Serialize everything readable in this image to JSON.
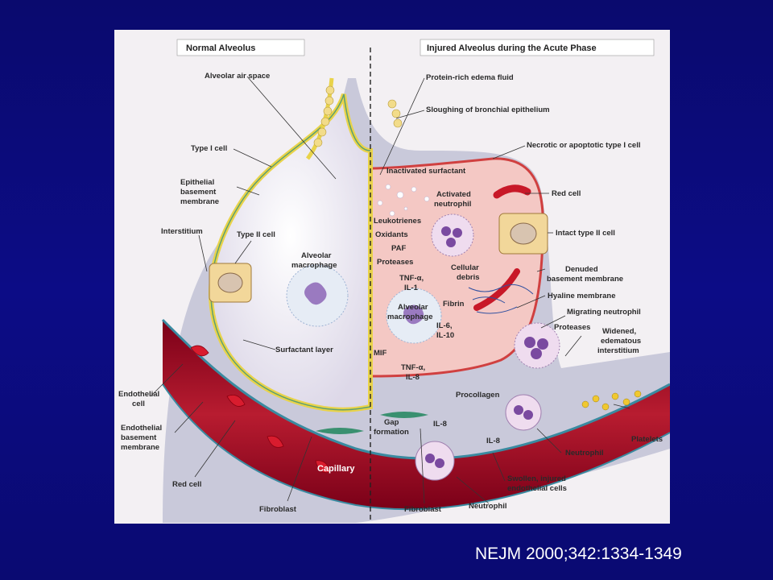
{
  "figure": {
    "left_panel": {
      "title": "Normal Alveolus",
      "labels": {
        "alveolar_air_space": "Alveolar air space",
        "type_i_cell": "Type I cell",
        "epithelial_bm_1": "Epithelial",
        "epithelial_bm_2": "basement",
        "epithelial_bm_3": "membrane",
        "interstitium": "Interstitium",
        "type_ii_cell": "Type II cell",
        "alveolar_macrophage_1": "Alveolar",
        "alveolar_macrophage_2": "macrophage",
        "surfactant_layer": "Surfactant layer",
        "endothelial_cell_1": "Endothelial",
        "endothelial_cell_2": "cell",
        "endothelial_bm_1": "Endothelial",
        "endothelial_bm_2": "basement",
        "endothelial_bm_3": "membrane",
        "red_cell": "Red cell",
        "capillary": "Capillary",
        "fibroblast": "Fibroblast"
      }
    },
    "right_panel": {
      "title": "Injured Alveolus during the Acute Phase",
      "labels": {
        "protein_rich_edema": "Protein-rich edema fluid",
        "sloughing": "Sloughing of bronchial epithelium",
        "necrotic": "Necrotic or apoptotic type I cell",
        "inactivated_surfactant": "Inactivated surfactant",
        "activated_neutrophil_1": "Activated",
        "activated_neutrophil_2": "neutrophil",
        "red_cell": "Red cell",
        "leukotrienes": "Leukotrienes",
        "oxidants": "Oxidants",
        "paf": "PAF",
        "proteases": "Proteases",
        "intact_type_ii": "Intact type II cell",
        "cellular_debris_1": "Cellular",
        "cellular_debris_2": "debris",
        "denuded_bm_1": "Denuded",
        "denuded_bm_2": "basement membrane",
        "tnf_il1_1": "TNF-α,",
        "tnf_il1_2": "IL-1",
        "hyaline_membrane": "Hyaline membrane",
        "alveolar_macrophage_1": "Alveolar",
        "alveolar_macrophage_2": "macrophage",
        "fibrin": "Fibrin",
        "migrating_neutrophil": "Migrating neutrophil",
        "il6_il10_1": "IL-6,",
        "il6_il10_2": "IL-10",
        "proteases_2": "Proteases",
        "widened_1": "Widened,",
        "widened_2": "edematous",
        "widened_3": "interstitium",
        "mif": "MIF",
        "tnf_il8_1": "TNF-α,",
        "tnf_il8_2": "IL-8",
        "procollagen": "Procollagen",
        "gap_formation_1": "Gap",
        "gap_formation_2": "formation",
        "il8_a": "IL-8",
        "il8_b": "IL-8",
        "platelets": "Platelets",
        "neutrophil_a": "Neutrophil",
        "swollen_1": "Swollen, injured",
        "swollen_2": "endothelial cells",
        "fibroblast": "Fibroblast",
        "neutrophil_b": "Neutrophil"
      }
    }
  },
  "citation": "NEJM 2000;342:1334-1349",
  "colors": {
    "background": "#0b0b7a",
    "edema": "#f4c8c4",
    "capillary": "#a8102a",
    "membrane": "#e9d34a",
    "interstitium": "#8fa6c4"
  }
}
